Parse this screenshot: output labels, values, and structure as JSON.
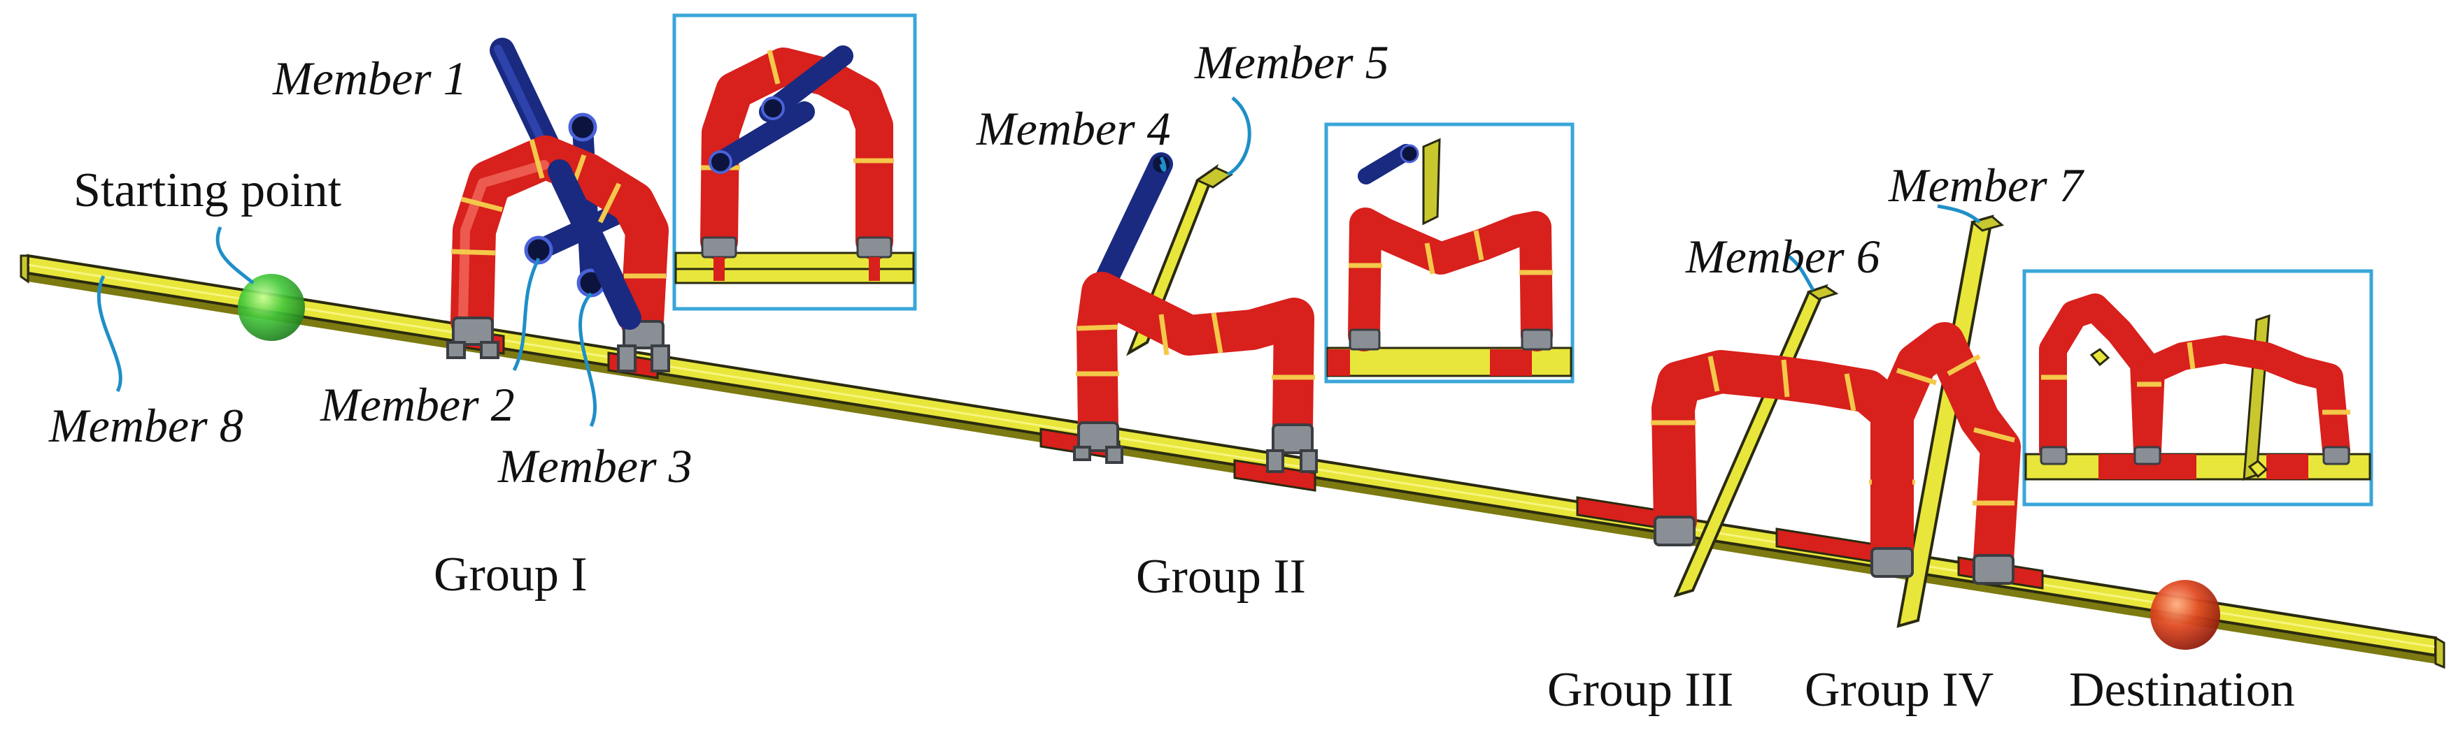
{
  "labels": {
    "start": "Starting point",
    "destination": "Destination",
    "members": {
      "m1": "Member 1",
      "m2": "Member 2",
      "m3": "Member 3",
      "m4": "Member 4",
      "m5": "Member 5",
      "m6": "Member 6",
      "m7": "Member 7",
      "m8": "Member 8"
    },
    "groups": {
      "g1": "Group I",
      "g2": "Group II",
      "g3": "Group III",
      "g4": "Group IV"
    }
  },
  "colors": {
    "truss_yellow": "#e8e63a",
    "truss_red": "#d8201c",
    "member_blue": "#2235a0",
    "robot_red": "#d8201c",
    "ring_gold": "#f4c84a",
    "start_green": "#3cc23c",
    "destination_red": "#d83a20",
    "leader_blue": "#1f8fc8",
    "inset_border": "#3aa6d8"
  },
  "icons": {
    "start": "green-sphere-icon",
    "destination": "red-sphere-icon"
  }
}
